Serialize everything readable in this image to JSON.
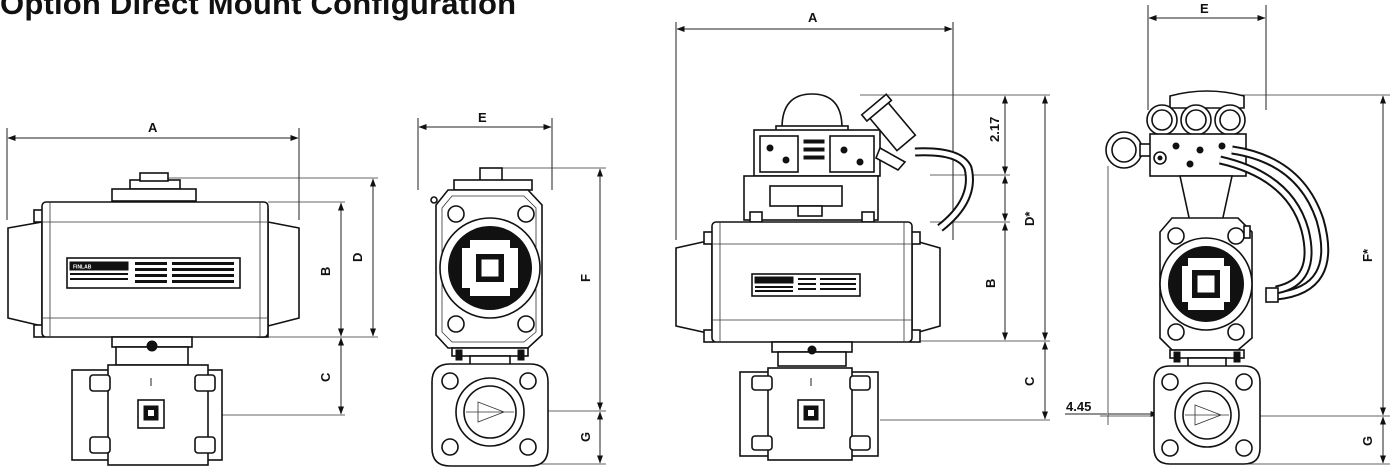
{
  "title": "Option Direct Mount Configuration",
  "dimensions": {
    "view1": {
      "a": "A",
      "b": "B",
      "c": "C",
      "d": "D"
    },
    "view2": {
      "e": "E",
      "f": "F",
      "g": "G"
    },
    "view3": {
      "a": "A",
      "v217": "2.17",
      "dstar": "D*",
      "b": "B",
      "c": "C"
    },
    "view4": {
      "e": "E",
      "fstar": "F*",
      "v445": "4.45",
      "g": "G"
    }
  },
  "plate_label": "FINLAB"
}
